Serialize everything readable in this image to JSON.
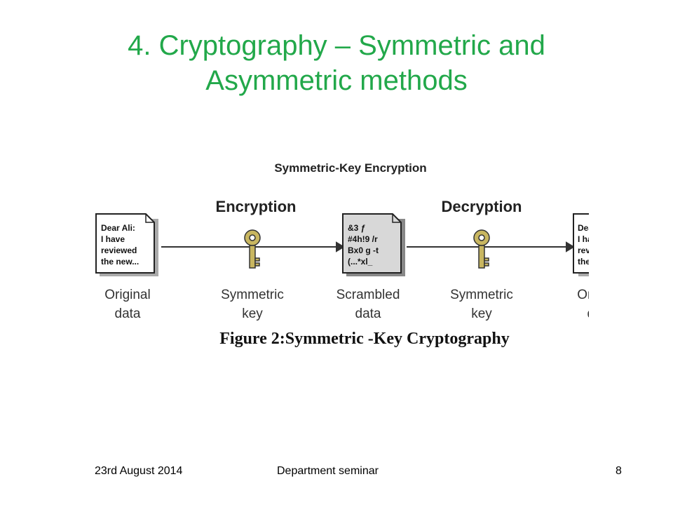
{
  "slide": {
    "title_line1": "4. Cryptography – Symmetric and",
    "title_line2": "Asymmetric methods",
    "title_color": "#22a84a"
  },
  "figure": {
    "heading": "Symmetric-Key Encryption",
    "encryption_label": "Encryption",
    "decryption_label": "Decryption",
    "original_doc_lines": [
      "Dear Ali:",
      "I have",
      "reviewed",
      "the new..."
    ],
    "scrambled_doc_lines": [
      "&3 ƒ",
      "#4h!9 /r",
      "Bx0 g -t",
      "(...*xl_"
    ],
    "received_doc_lines": [
      "Dear Ali:",
      "I have",
      "reviewed",
      "the new..."
    ],
    "captions": {
      "original": [
        "Original",
        "data"
      ],
      "key1": [
        "Symmetric",
        "key"
      ],
      "scrambled": [
        "Scrambled",
        "data"
      ],
      "key2": [
        "Symmetric",
        "key"
      ],
      "result": [
        "Original",
        "data"
      ]
    },
    "caption": "Figure 2:Symmetric -Key Cryptography",
    "icons": [
      "document-icon",
      "key-icon",
      "scrambled-document-icon",
      "key-icon",
      "document-icon"
    ]
  },
  "footer": {
    "date": "23rd August 2014",
    "center": "Department seminar",
    "page": "8"
  }
}
